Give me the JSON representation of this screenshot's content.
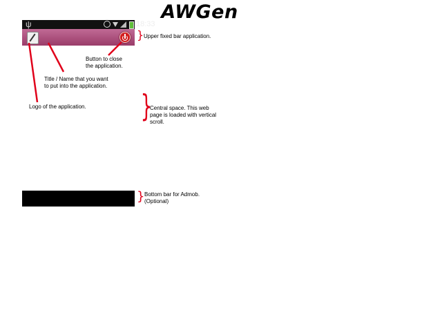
{
  "title": "AWGen",
  "phone": {
    "statusbar": {
      "time": "18:33",
      "icons": [
        "usb-icon",
        "alarm-icon",
        "wifi-icon",
        "signal-icon",
        "battery-icon"
      ]
    },
    "appbar": {
      "colors": {
        "top": "#c06a95",
        "bottom": "#9a3c69"
      },
      "logo_icon": "app-logo-icon",
      "close_icon": "power-icon"
    },
    "adbar": {
      "color": "#000000"
    }
  },
  "annotations": {
    "upper_bar": "Upper fixed bar application.",
    "close_button": [
      "Button to close",
      "the application."
    ],
    "title_name": [
      "Title / Name that you want",
      "to put into the application."
    ],
    "logo": "Logo of the application.",
    "central_space": [
      "Central space. This web",
      "page is loaded with vertical",
      "scroll."
    ],
    "bottom_bar": [
      "Bottom bar for Admob.",
      "(Optional)"
    ]
  },
  "accent_color": "#e0001a"
}
